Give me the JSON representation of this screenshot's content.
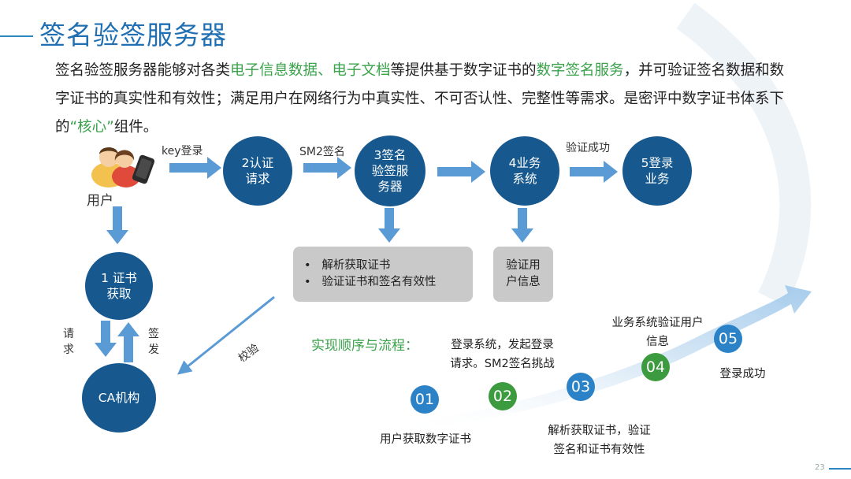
{
  "title": "签名验签服务器",
  "intro": {
    "p1": "签名验签服务器能够对各类",
    "g1": "电子信息数据、电子文档",
    "p2": "等提供基于数字证书的",
    "g2": "数字签名服务",
    "p3": "，并可验证签名数据和数字证书的真实性和有效性；满足用户在网络行为中真实性、不可否认性、完整性等需求。是密评中数字证书体系下的",
    "g3": "“核心”",
    "p4": "组件。"
  },
  "user_label": "用户",
  "nodes": {
    "n1": "1 证书\n获取",
    "n2": "2认证\n请求",
    "n3": "3签名\n验签服\n务器",
    "n4": "4业务\n系统",
    "n5": "5登录\n业务",
    "ca": "CA机构"
  },
  "edge_labels": {
    "key_login": "key登录",
    "sm2_sign": "SM2签名",
    "verify_ok": "验证成功",
    "request": "请\n求",
    "issue": "签\n发",
    "check": "校验"
  },
  "boxes": {
    "server_items": [
      "解析获取证书",
      "验证证书和签名有效性"
    ],
    "biz_text": "验证用\n户信息"
  },
  "flow": {
    "title": "实现顺序与流程：",
    "steps": [
      {
        "num": "01",
        "text": "用户获取数字证书"
      },
      {
        "num": "02",
        "text": "登录系统，发起登录\n请求。SM2签名挑战"
      },
      {
        "num": "03",
        "text": "解析获取证书，验证\n签名和证书有效性"
      },
      {
        "num": "04",
        "text": "业务系统验证用户\n信息"
      },
      {
        "num": "05",
        "text": "登录成功"
      }
    ]
  },
  "page_number": "23",
  "colors": {
    "node": "#17598f",
    "arrow": "#5b9bd5",
    "accent_green": "#3aa24a",
    "title_blue": "#1f6fb2",
    "box_gray": "#c9c9c9"
  }
}
